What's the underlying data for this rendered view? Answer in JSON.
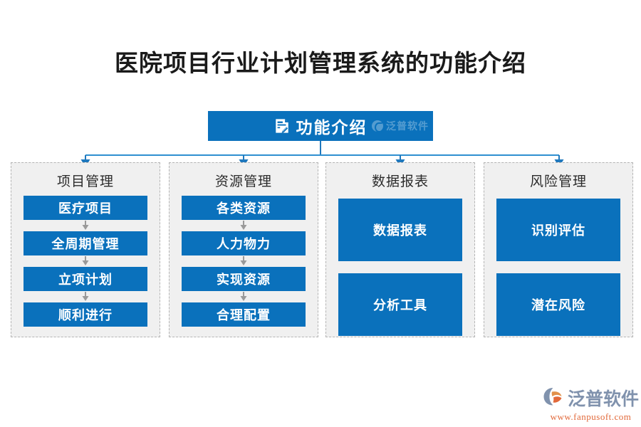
{
  "page": {
    "title": "医院项目行业计划管理系统的功能介绍",
    "background": "#ffffff",
    "accent_blue": "#0a71bc",
    "group_bg": "#f0f0f0",
    "group_border": "#b4b4b4"
  },
  "root": {
    "label": "功能介绍",
    "icon": "document-edit-icon",
    "watermark": "泛普软件"
  },
  "groups": [
    {
      "title": "项目管理",
      "layout": "flow",
      "items": [
        {
          "label": "医疗项目"
        },
        {
          "label": "全周期管理"
        },
        {
          "label": "立项计划"
        },
        {
          "label": "顺利进行"
        }
      ]
    },
    {
      "title": "资源管理",
      "layout": "flow",
      "items": [
        {
          "label": "各类资源"
        },
        {
          "label": "人力物力"
        },
        {
          "label": "实现资源"
        },
        {
          "label": "合理配置"
        }
      ]
    },
    {
      "title": "数据报表",
      "layout": "stack",
      "items": [
        {
          "label": "数据报表"
        },
        {
          "label": "分析工具"
        }
      ]
    },
    {
      "title": "风险管理",
      "layout": "stack",
      "items": [
        {
          "label": "识别评估"
        },
        {
          "label": "潜在风险"
        }
      ]
    }
  ],
  "brand": {
    "name": "泛普软件",
    "url": "www.fanpusoft.com",
    "name_color": "#8092ad",
    "url_color": "#e2693a"
  }
}
